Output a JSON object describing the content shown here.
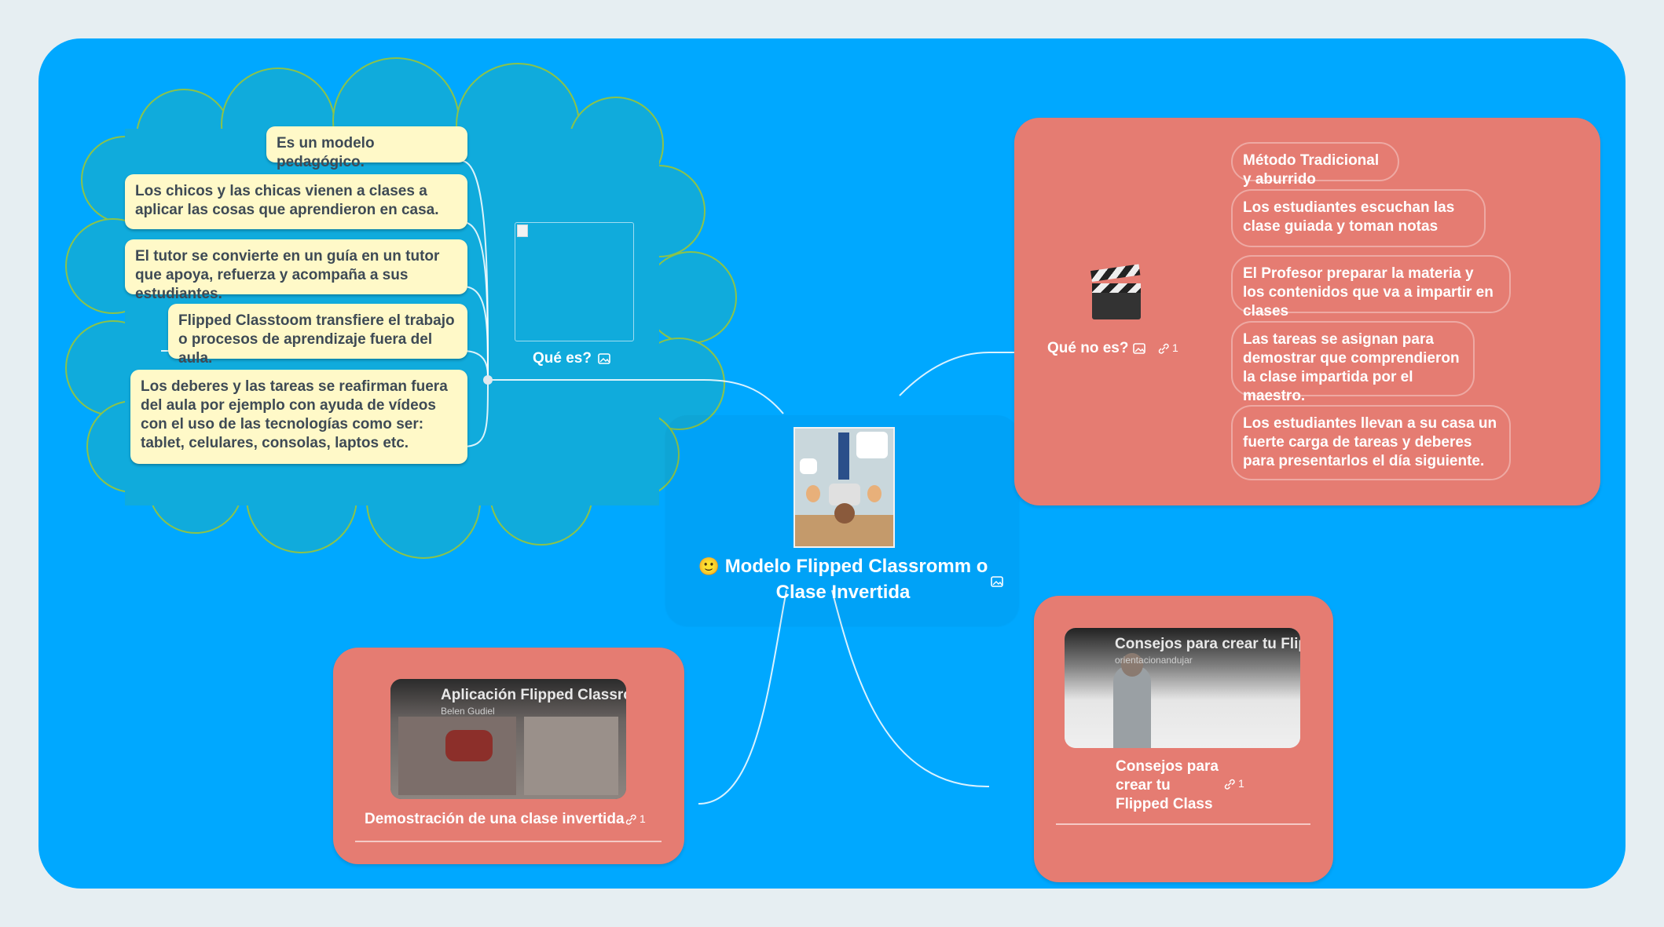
{
  "central": {
    "emoji": "🙂",
    "title": "Modelo  Flipped Classromm o Clase Invertida",
    "title_line1": "Modelo  Flipped Classromm o",
    "title_line2": "Clase Invertida"
  },
  "que_es": {
    "label": "Qué es?",
    "notes": [
      "Es un modelo pedagógico.",
      "Los chicos y las chicas vienen a clases a aplicar las cosas que aprendieron en casa.",
      "El tutor se convierte en un guía en un tutor que apoya, refuerza y acompaña a sus estudiantes.",
      "Flipped Classtoom transfiere el trabajo o procesos de aprendizaje fuera del aula.",
      "Los deberes y las tareas se reafirman fuera del aula por ejemplo con ayuda de vídeos con el uso de las tecnologías como ser: tablet, celulares, consolas, laptos etc."
    ]
  },
  "que_no_es": {
    "label": "Qué no es?",
    "link_count": "1",
    "items": [
      "Método Tradicional y aburrido",
      "Los estudiantes escuchan las clase guiada y toman notas",
      "El Profesor preparar la materia y los contenidos que va a impartir en clases",
      "Las tareas se asignan para demostrar que comprendieron la clase impartida por el maestro.",
      "Los estudiantes llevan a su casa un fuerte carga de tareas y deberes para presentarlos el día siguiente."
    ]
  },
  "demo": {
    "video_title": "Aplicación Flipped Classroo",
    "video_channel": "Belen Gudiel",
    "label": "Demostración de una clase invertida",
    "link_count": "1"
  },
  "consejos": {
    "video_title": "Consejos para crear tu Flipp",
    "video_channel": "orientacionandujar",
    "label_line1": "Consejos para",
    "label_line2": "crear tu",
    "label_line3": "Flipped Class",
    "link_count": "1"
  },
  "colors": {
    "canvas": "#00a8ff",
    "cloud": "#10abdc",
    "cloud_border": "#8bc34a",
    "red_panel": "#e57c72",
    "note": "#fff9c8"
  }
}
